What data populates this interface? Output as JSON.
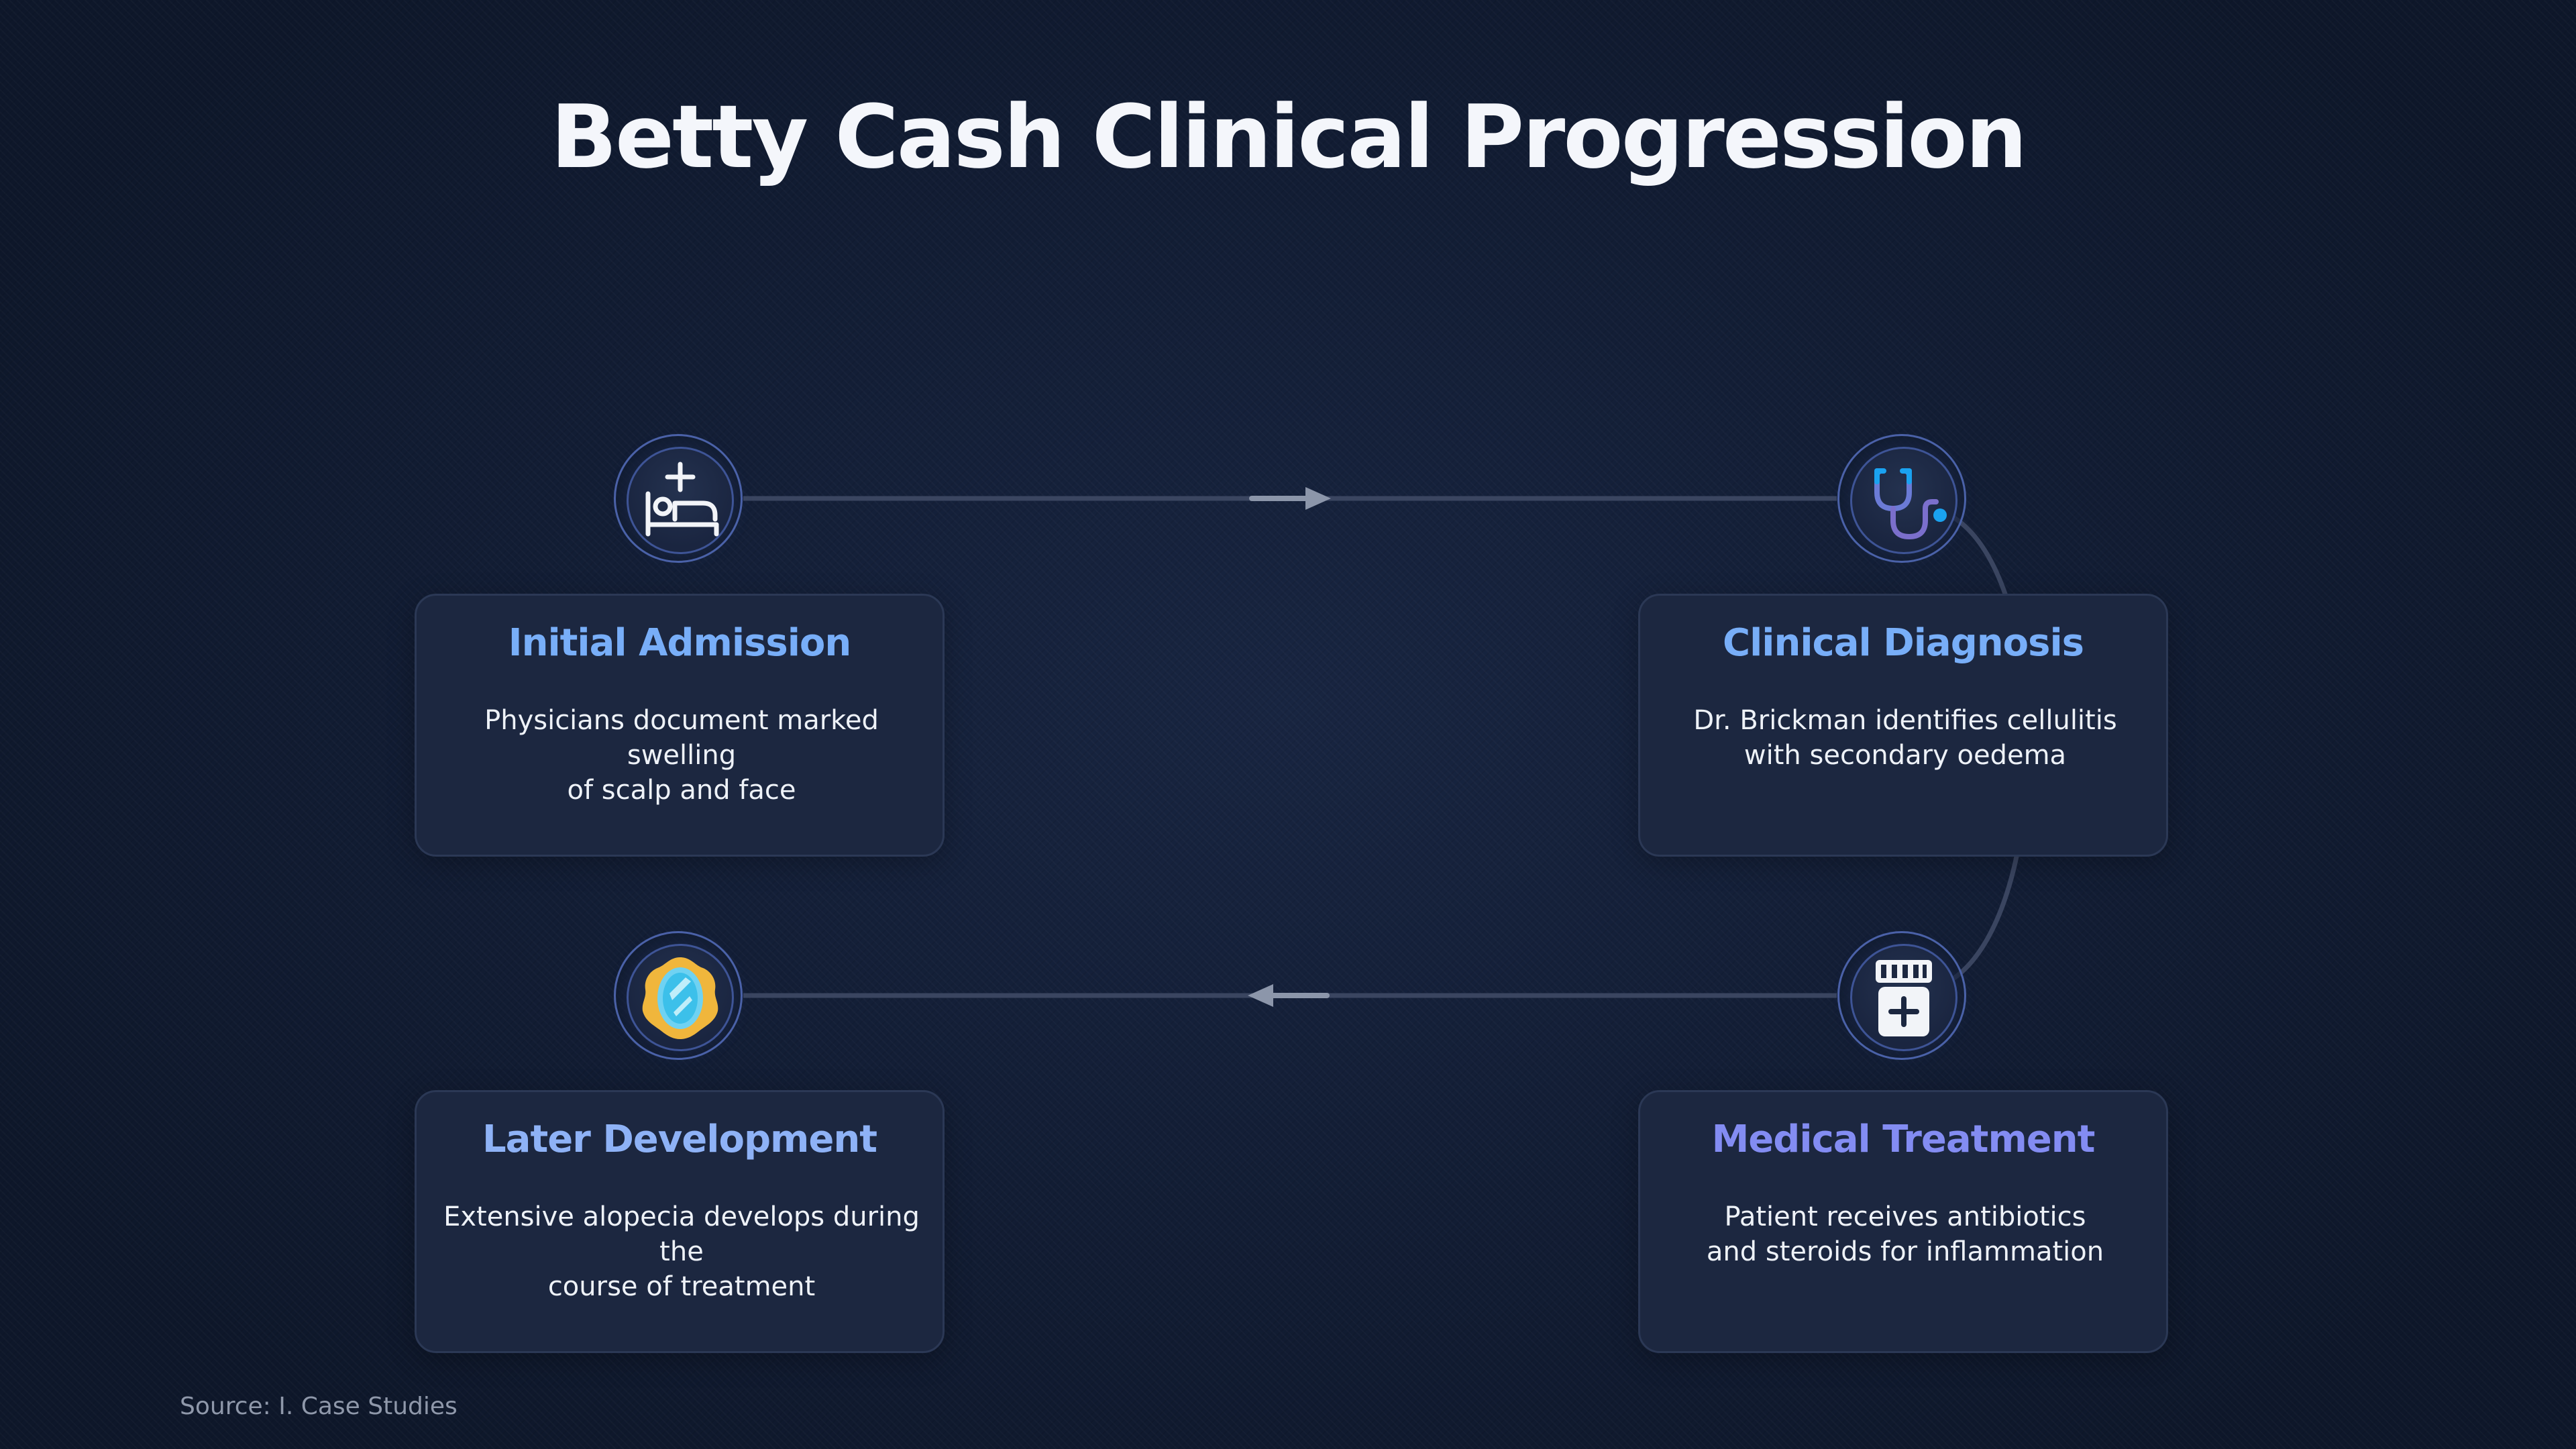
{
  "title": "Betty Cash Clinical Progression",
  "source": "Source: I. Case Studies",
  "colors": {
    "background": "#101a2f",
    "card": "#1c2740",
    "connector": "#3a4560",
    "arrow": "#8c96aa",
    "title_blue": "#78aef8",
    "title_indigo": "#838cf2"
  },
  "steps": [
    {
      "title": "Initial Admission",
      "description_line1": "Physicians document marked swelling",
      "description_line2": "of scalp and face",
      "icon": "hospital-bed-icon",
      "title_color": "#78aef8"
    },
    {
      "title": "Clinical Diagnosis",
      "description_line1": "Dr. Brickman identifies cellulitis",
      "description_line2": "with secondary oedema",
      "icon": "stethoscope-icon",
      "title_color": "#78aef8"
    },
    {
      "title": "Medical Treatment",
      "description_line1": "Patient receives antibiotics",
      "description_line2": "and steroids for inflammation",
      "icon": "medicine-bottle-icon",
      "title_color": "#838cf2"
    },
    {
      "title": "Later Development",
      "description_line1": "Extensive alopecia develops during the",
      "description_line2": "course of treatment",
      "icon": "mirror-icon",
      "title_color": "#8eb2f6"
    }
  ]
}
